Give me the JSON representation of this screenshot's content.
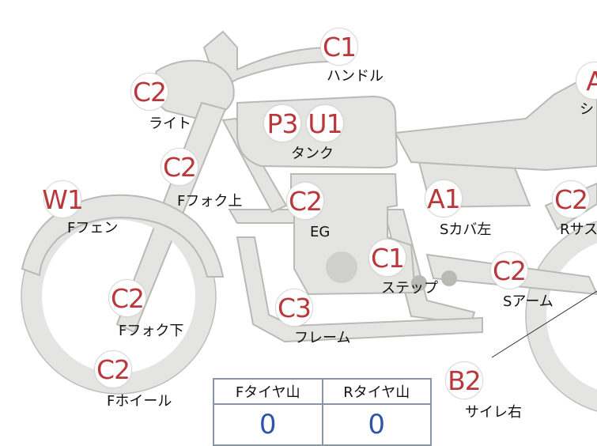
{
  "parts": [
    {
      "id": "handle",
      "code": "C1",
      "label": "ハンドル"
    },
    {
      "id": "light",
      "code": "C2",
      "label": "ライト"
    },
    {
      "id": "tank",
      "codes": [
        "P3",
        "U1"
      ],
      "label": "タンク"
    },
    {
      "id": "fork-upper",
      "code": "C2",
      "label": "Fフォク上"
    },
    {
      "id": "fender",
      "code": "W1",
      "label": "Fフェン"
    },
    {
      "id": "engine",
      "code": "C2",
      "label": "EG"
    },
    {
      "id": "side-cover-left",
      "code": "A1",
      "label": "Sカバ左"
    },
    {
      "id": "rear-suspension",
      "code": "C2",
      "label": "Rサス"
    },
    {
      "id": "seat",
      "code": "A",
      "label": "シ"
    },
    {
      "id": "step",
      "code": "C1",
      "label": "ステップ"
    },
    {
      "id": "swing-arm",
      "code": "C2",
      "label": "Sアーム"
    },
    {
      "id": "fork-lower",
      "code": "C2",
      "label": "Fフォク下"
    },
    {
      "id": "frame",
      "code": "C3",
      "label": "フレーム"
    },
    {
      "id": "front-wheel",
      "code": "C2",
      "label": "Fホイール"
    },
    {
      "id": "muffler-right",
      "code": "B2",
      "label": "サイレ右"
    }
  ],
  "tire_table": {
    "front_header": "Fタイヤ山",
    "rear_header": "Rタイヤ山",
    "front_value": "0",
    "rear_value": "0"
  }
}
